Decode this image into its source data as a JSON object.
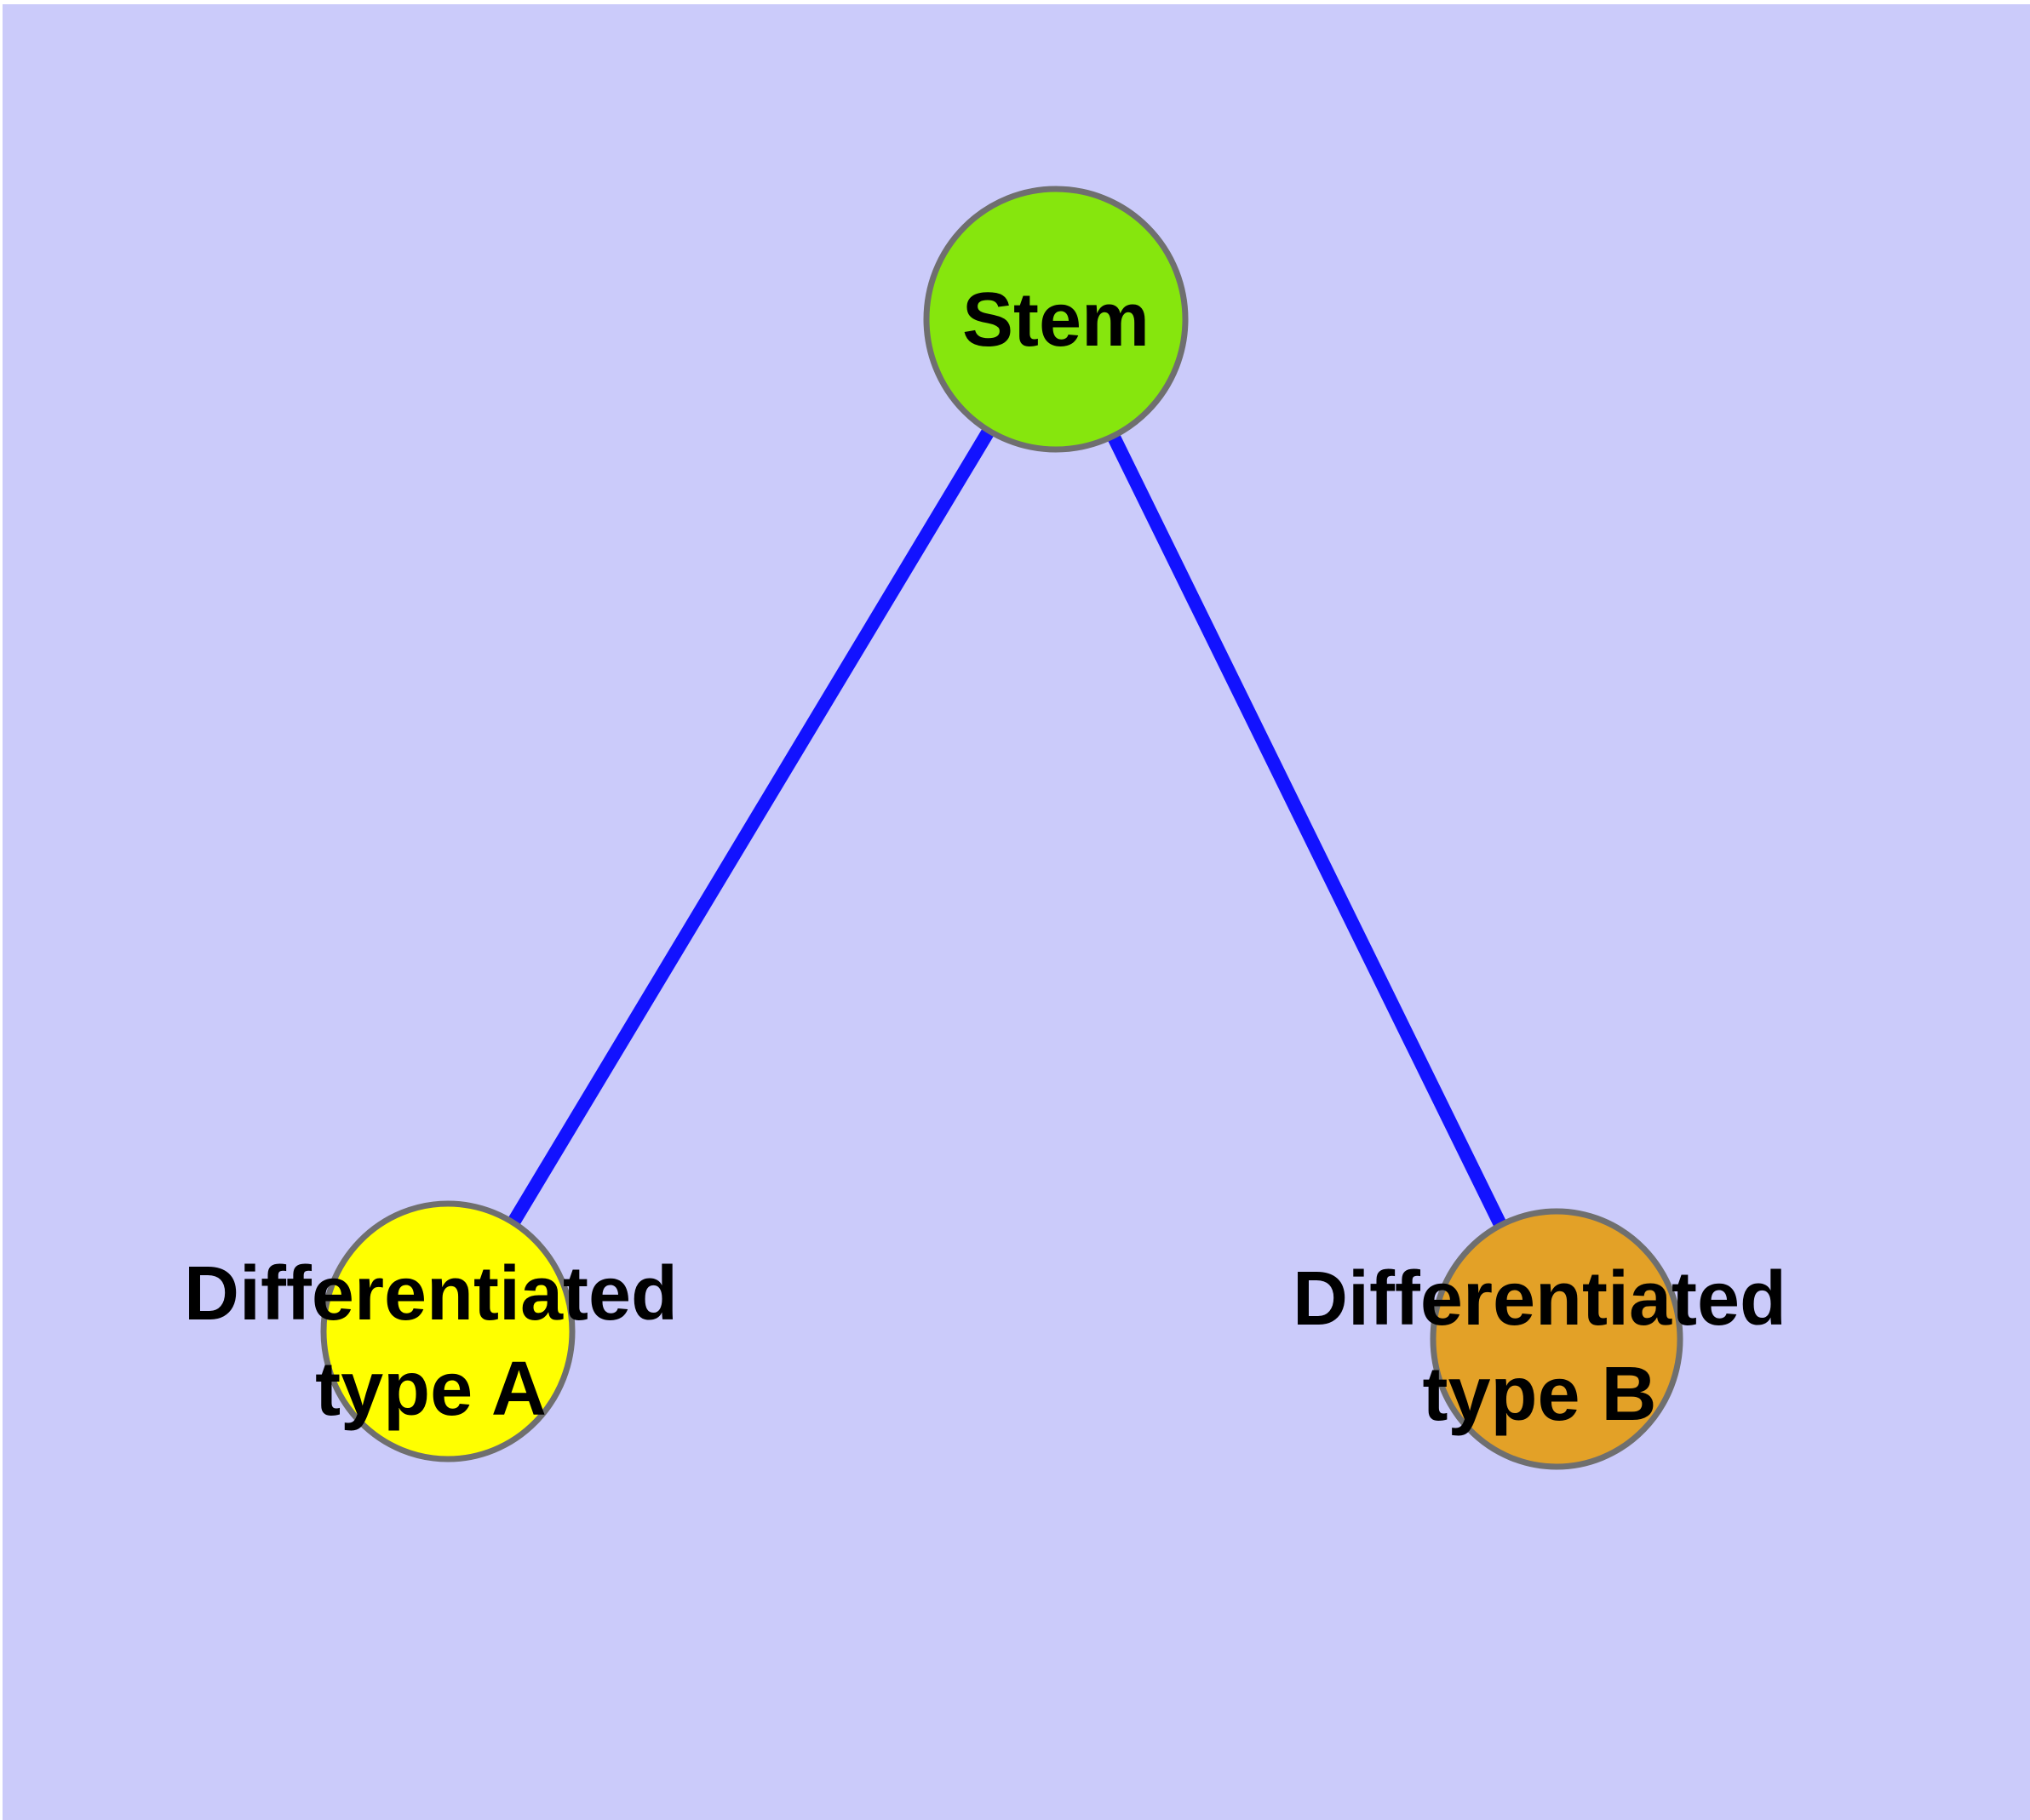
{
  "diagram": {
    "description": "Stem cell differentiation graph with one stem node and two differentiated daughter nodes",
    "background_color": "#cbcbfa",
    "page_margin_color": "#ffffff",
    "edge_color": "#1212ff",
    "node_border_color": "#6f6f6f",
    "nodes": [
      {
        "id": "stem",
        "label": "Stem",
        "color": "#86e60d"
      },
      {
        "id": "differentiated-type-a",
        "label_lines": [
          "Differentiated",
          "type A"
        ],
        "color": "#ffff00"
      },
      {
        "id": "differentiated-type-b",
        "label_lines": [
          "Differentiated",
          "type B"
        ],
        "color": "#e3a127"
      }
    ],
    "edges": [
      {
        "from": "Stem",
        "to": "Differentiated type A"
      },
      {
        "from": "Stem",
        "to": "Differentiated type B"
      }
    ]
  }
}
